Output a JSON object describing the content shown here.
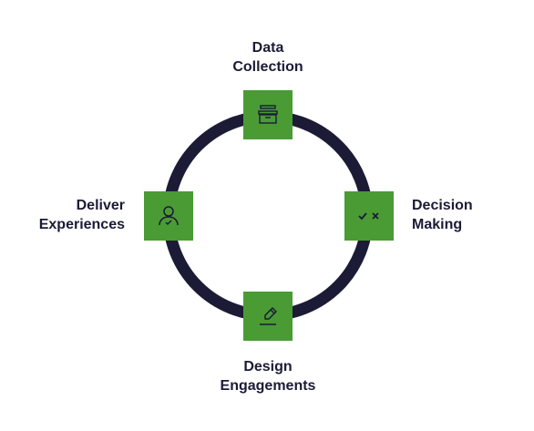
{
  "colors": {
    "ring": "#1b1b36",
    "node_fill": "#4a9b34",
    "icon": "#1b1b36",
    "text": "#1b1b36",
    "background": "#ffffff"
  },
  "steps": {
    "top": {
      "line1": "Data",
      "line2": "Collection",
      "icon": "archive-box-icon"
    },
    "right": {
      "line1": "Decision",
      "line2": "Making",
      "icon": "check-cross-icon"
    },
    "bottom": {
      "line1": "Design",
      "line2": "Engagements",
      "icon": "pen-edit-icon"
    },
    "left": {
      "line1": "Deliver",
      "line2": "Experiences",
      "icon": "user-check-icon"
    }
  }
}
